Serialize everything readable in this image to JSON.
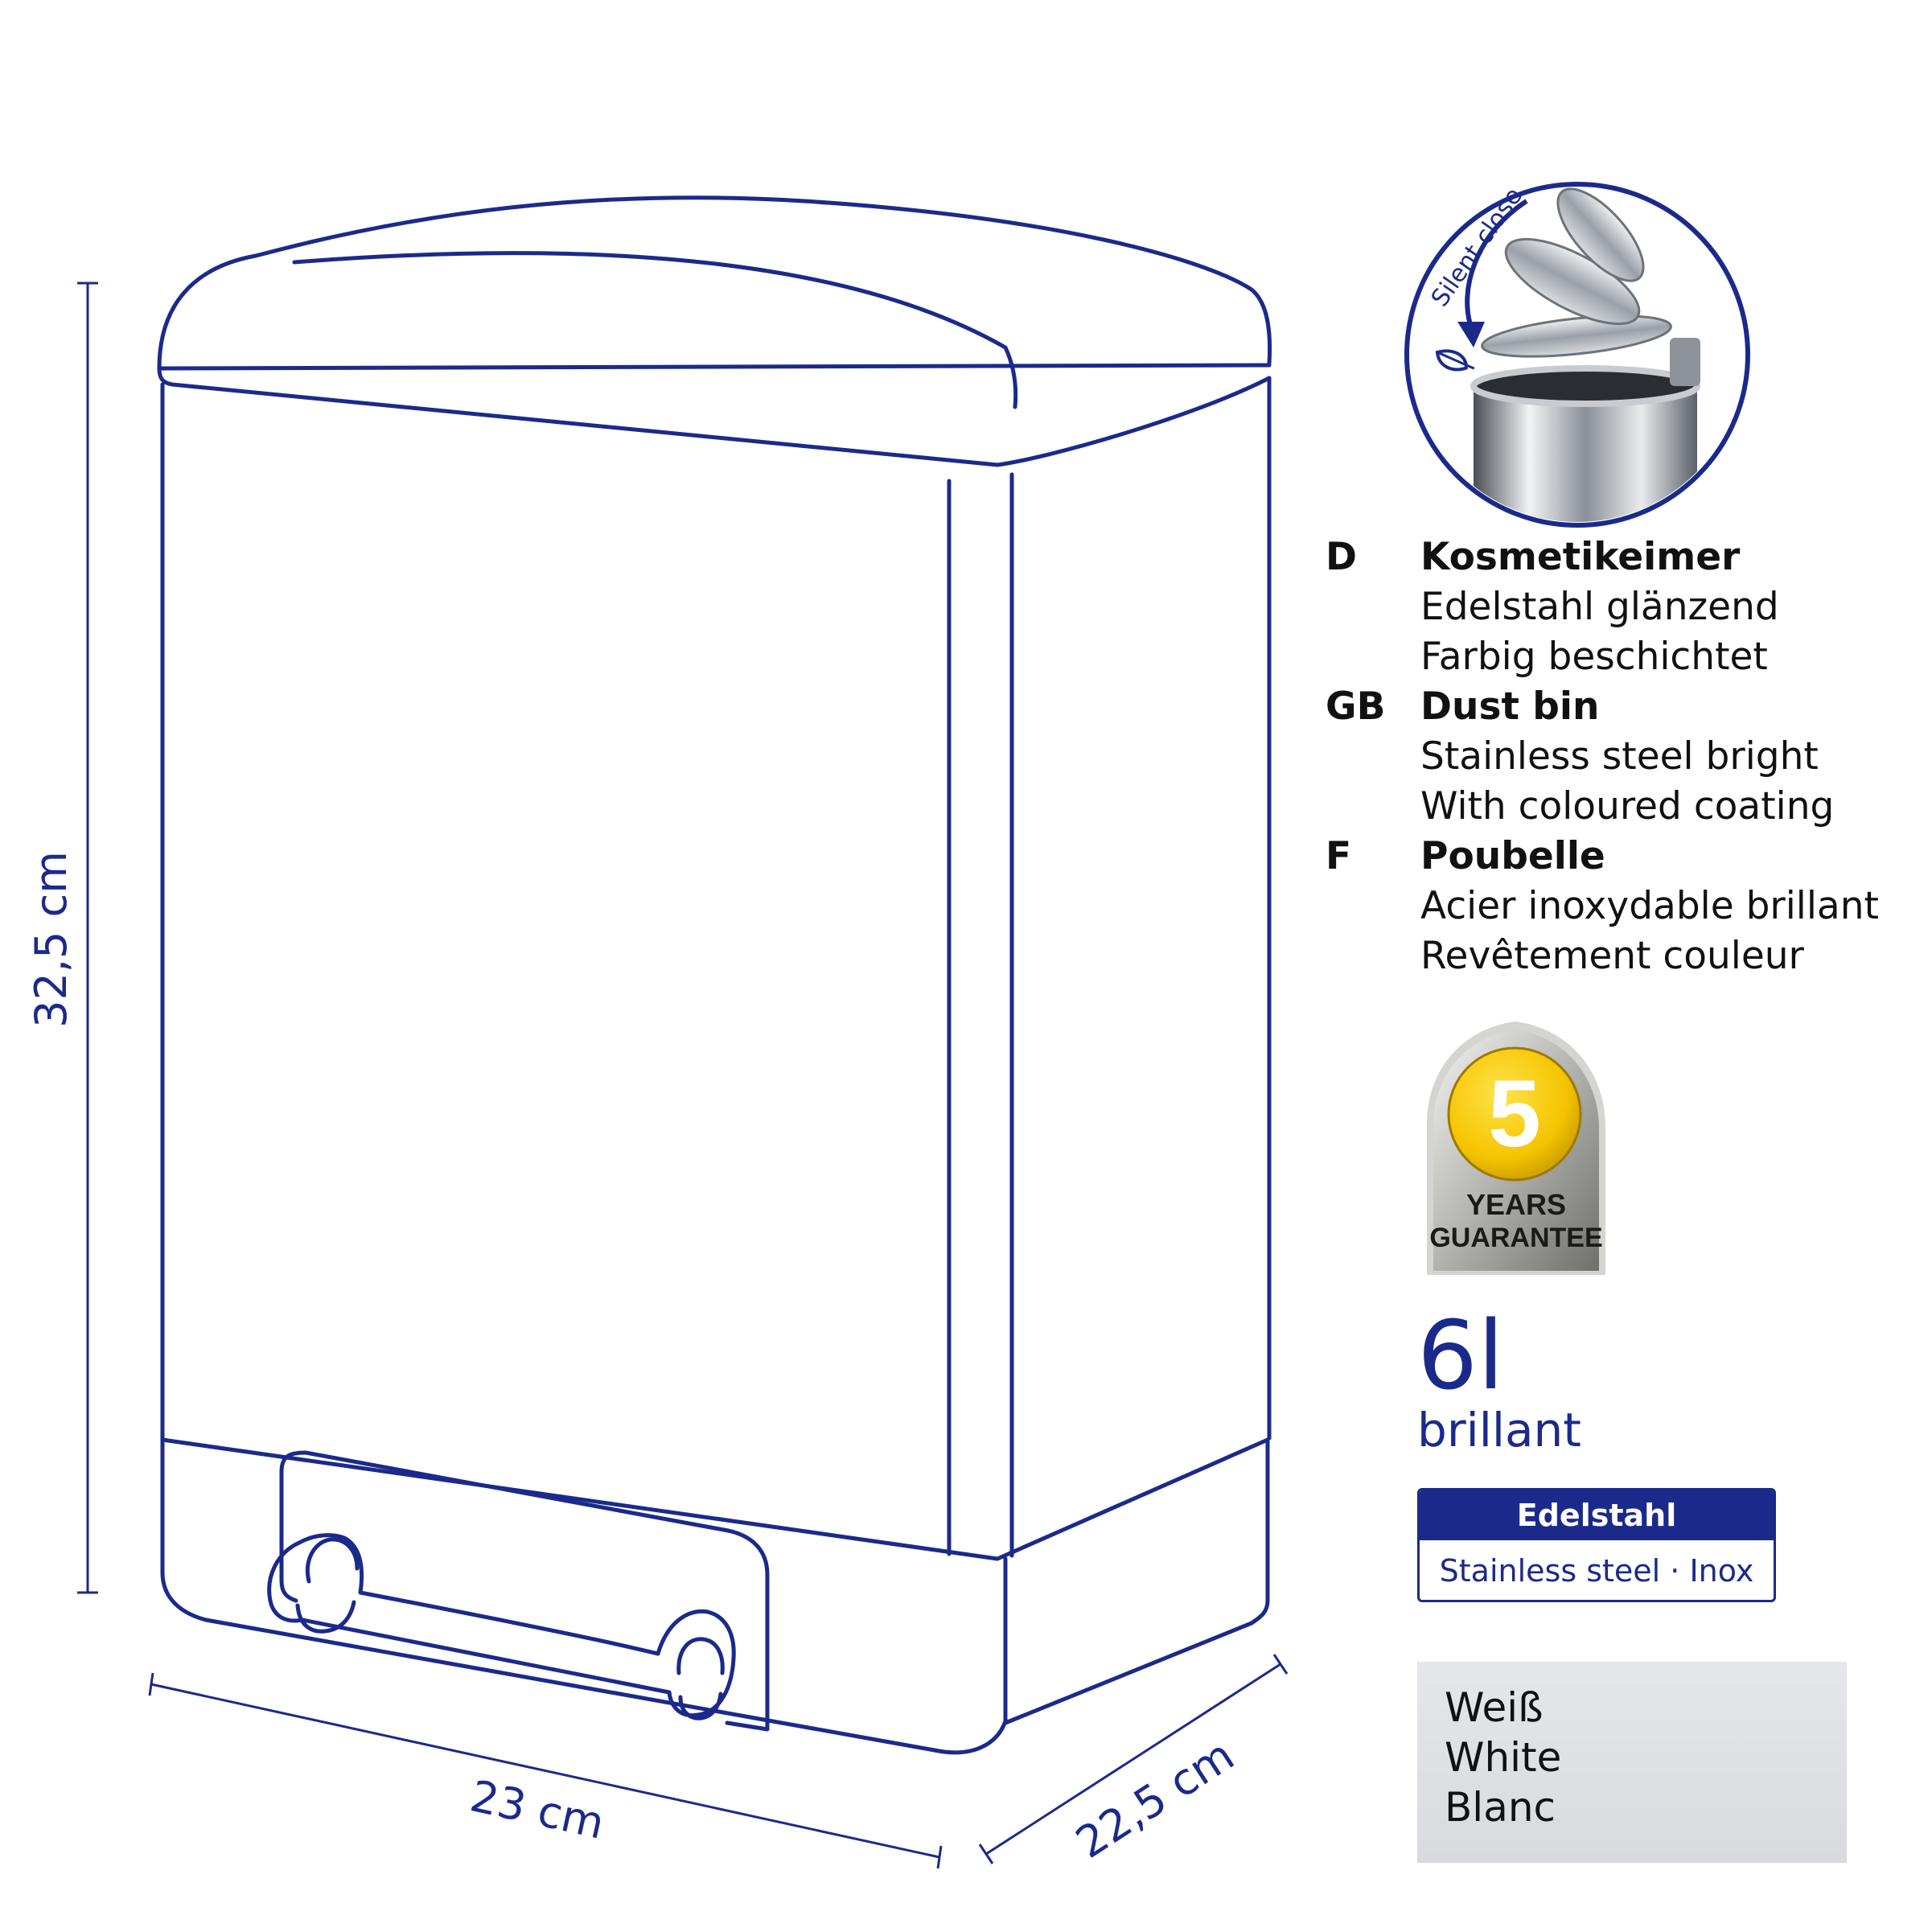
{
  "dimensions": {
    "height": "32,5 cm",
    "width": "23 cm",
    "depth": "22,5 cm"
  },
  "silent_close": {
    "label": "Silent close",
    "icon": "feather-icon"
  },
  "descriptions": [
    {
      "code": "D",
      "title": "Kosmetikeimer",
      "lines": [
        "Edelstahl glänzend",
        "Farbig beschichtet"
      ]
    },
    {
      "code": "GB",
      "title": "Dust bin",
      "lines": [
        "Stainless steel bright",
        "With coloured coating"
      ]
    },
    {
      "code": "F",
      "title": "Poubelle",
      "lines": [
        "Acier inoxydable brillant",
        "Revêtement couleur"
      ]
    }
  ],
  "guarantee": {
    "number": "5",
    "line1": "YEARS",
    "line2": "GUARANTEE"
  },
  "capacity": {
    "volume": "6l",
    "finish": "brillant"
  },
  "material": {
    "heading": "Edelstahl",
    "subtitle": "Stainless steel · Inox"
  },
  "colour": {
    "lines": [
      "Weiß",
      "White",
      "Blanc"
    ]
  },
  "colors": {
    "outline": "#1b2a8a",
    "badge_yellow": "#f5c400",
    "swatch": "#dcdee1"
  }
}
